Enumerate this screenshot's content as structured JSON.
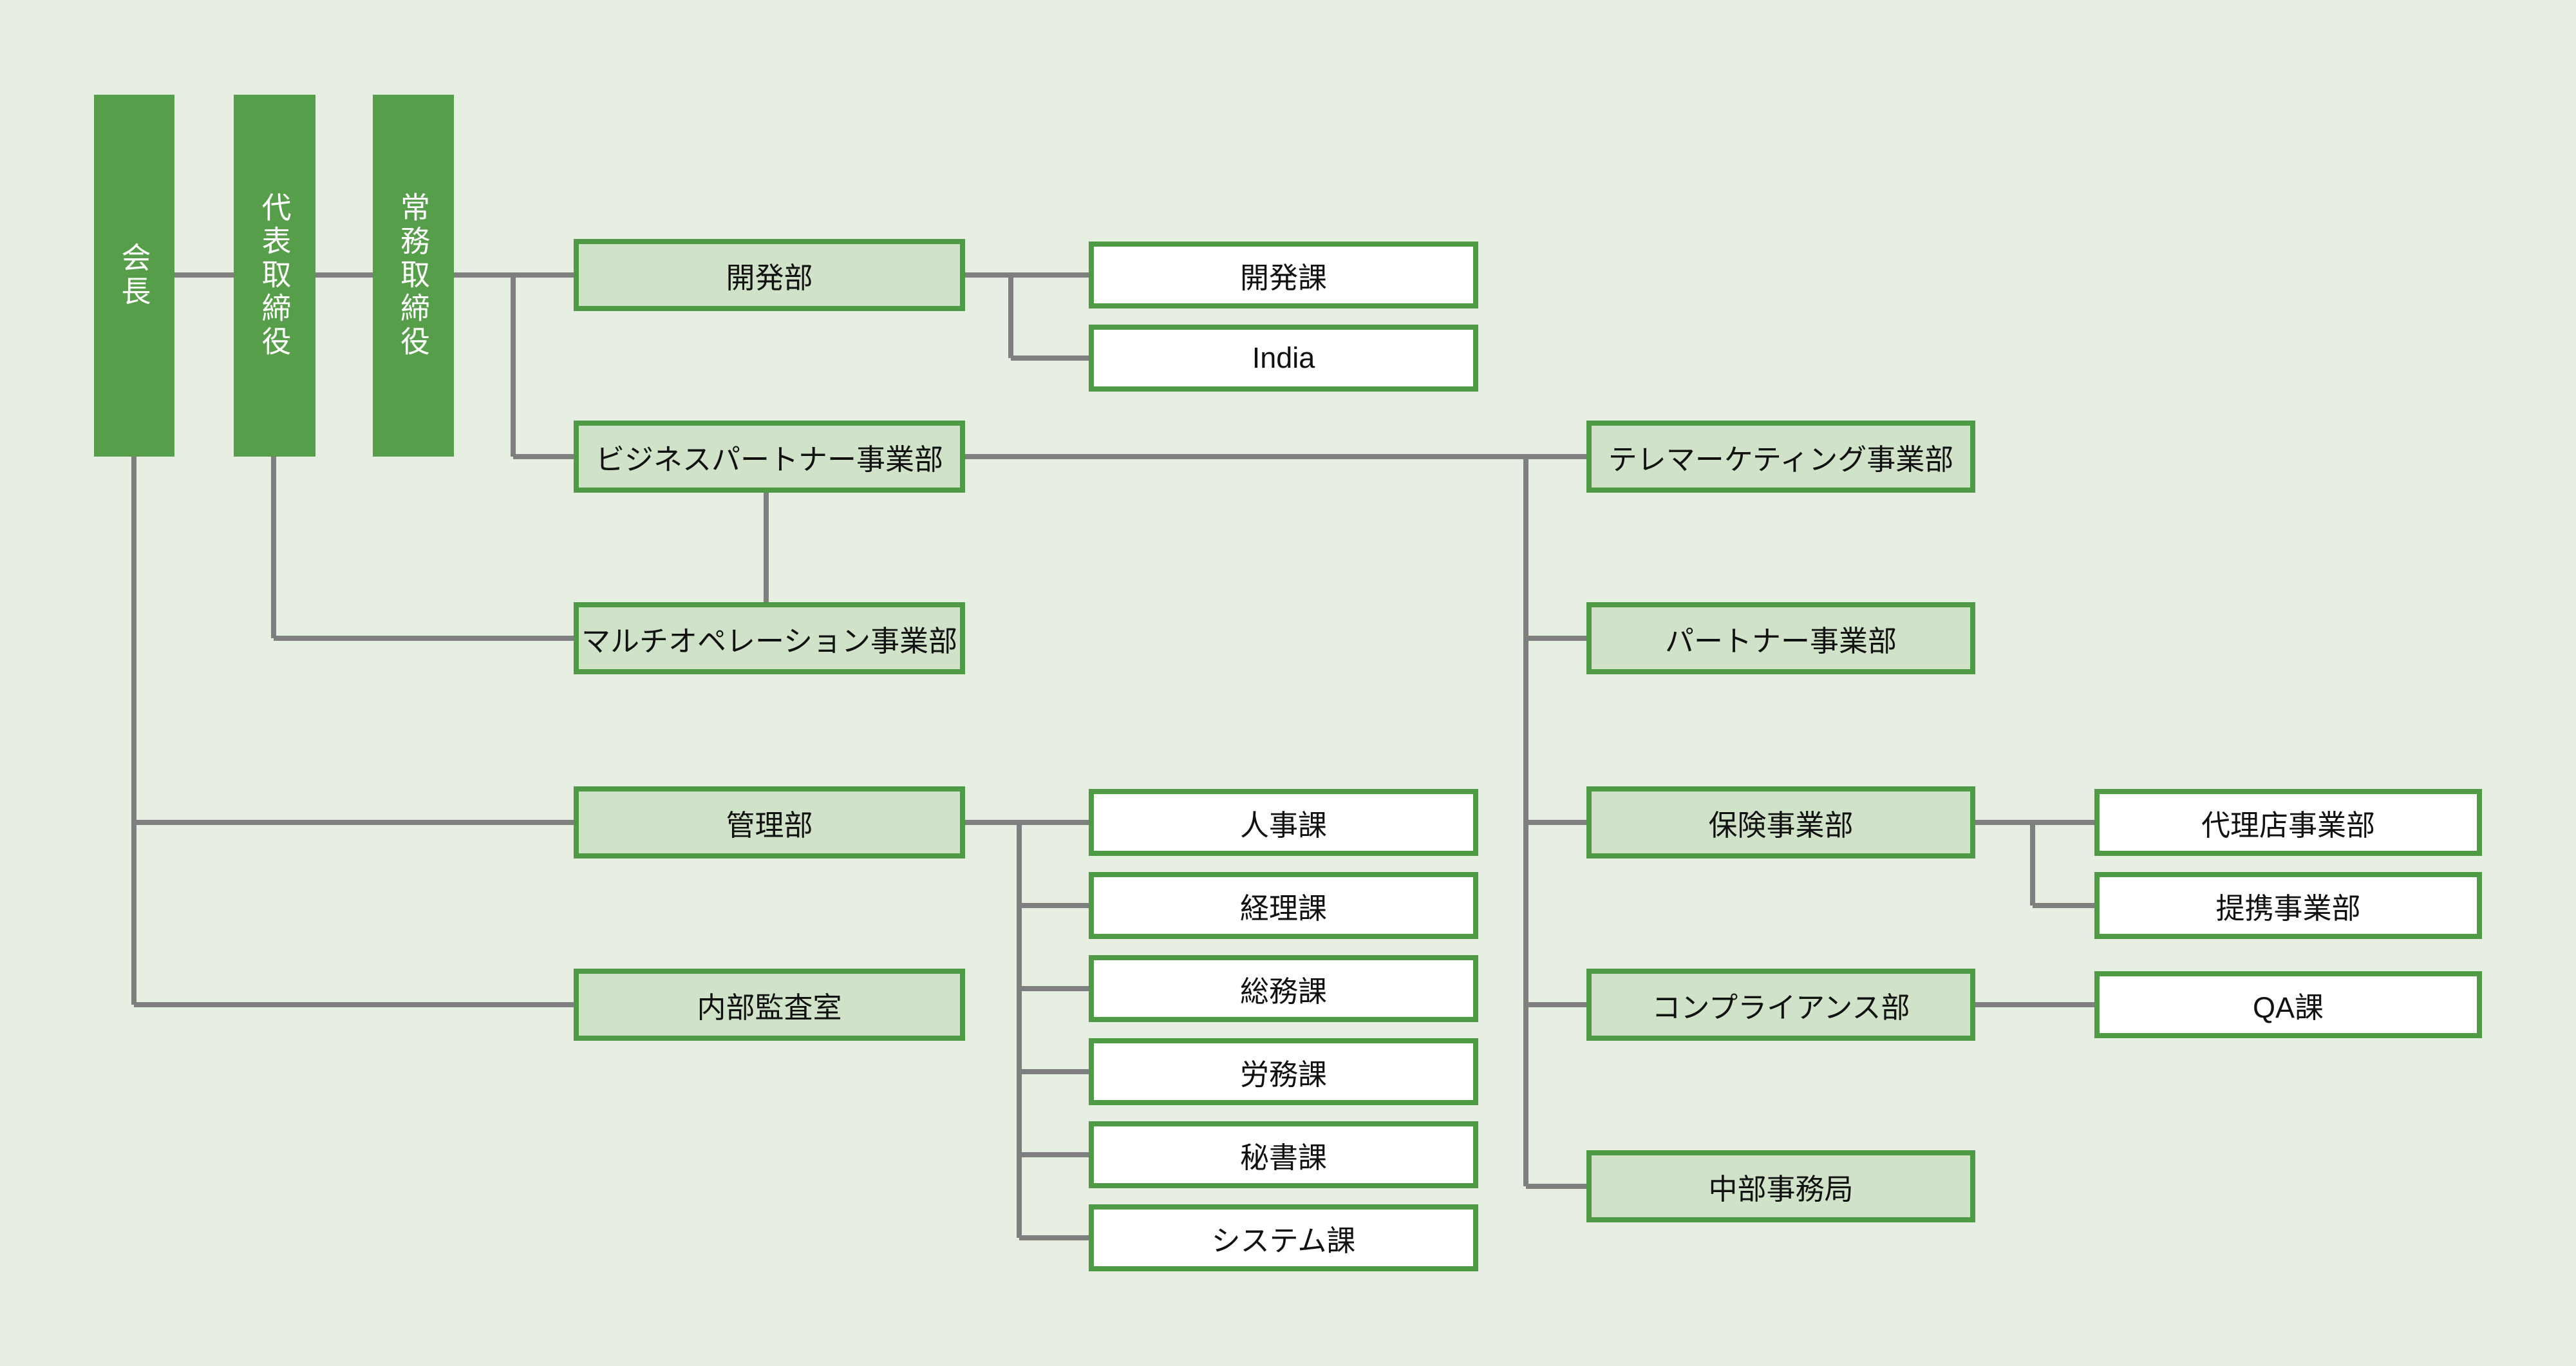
{
  "colors": {
    "background": "#e6efe2",
    "executive_bar_green": "#579e4a",
    "box_border_green": "#4f9a44",
    "box_fill_light_green": "#d0e3c8",
    "box_fill_white": "#ffffff",
    "connector_gray": "#7f7f7f",
    "text_dark": "#111111",
    "text_on_bar": "#ffffff"
  },
  "bars": [
    {
      "label": "会長"
    },
    {
      "label": "代表取締役"
    },
    {
      "label": "常務取締役"
    }
  ],
  "nodes": [
    {
      "label": "開発部",
      "type": "division"
    },
    {
      "label": "開発課",
      "type": "section"
    },
    {
      "label": "India",
      "type": "section"
    },
    {
      "label": "ビジネスパートナー事業部",
      "type": "division"
    },
    {
      "label": "マルチオペレーション事業部",
      "type": "division"
    },
    {
      "label": "管理部",
      "type": "division"
    },
    {
      "label": "内部監査室",
      "type": "division"
    },
    {
      "label": "人事課",
      "type": "section"
    },
    {
      "label": "経理課",
      "type": "section"
    },
    {
      "label": "総務課",
      "type": "section"
    },
    {
      "label": "労務課",
      "type": "section"
    },
    {
      "label": "秘書課",
      "type": "section"
    },
    {
      "label": "システム課",
      "type": "section"
    },
    {
      "label": "テレマーケティング事業部",
      "type": "division"
    },
    {
      "label": "パートナー事業部",
      "type": "division"
    },
    {
      "label": "保険事業部",
      "type": "division"
    },
    {
      "label": "コンプライアンス部",
      "type": "division"
    },
    {
      "label": "中部事務局",
      "type": "division"
    },
    {
      "label": "代理店事業部",
      "type": "section"
    },
    {
      "label": "提携事業部",
      "type": "section"
    },
    {
      "label": "QA課",
      "type": "section"
    }
  ]
}
